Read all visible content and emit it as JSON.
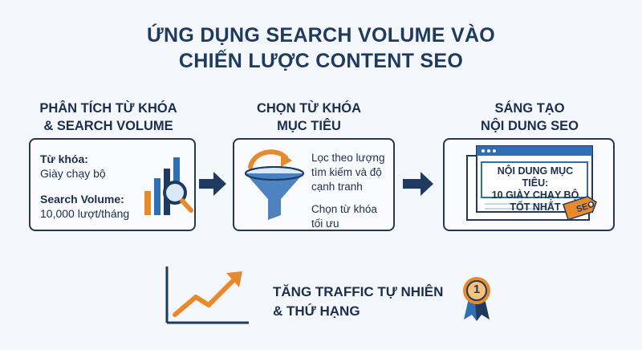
{
  "title": {
    "line1": "ỨNG DỤNG SEARCH VOLUME VÀO",
    "line2": "CHIẾN LƯỢC CONTENT SEO"
  },
  "steps": [
    {
      "title_line1": "PHÂN TÍCH TỪ KHÓA",
      "title_line2": "& SEARCH VOLUME",
      "keyword_label": "Từ khóa:",
      "keyword_value": "Giày chạy bộ",
      "volume_label": "Search Volume:",
      "volume_value": "10,000 lượt/tháng",
      "icon": "bar-chart-magnifier-icon"
    },
    {
      "title_line1": "CHỌN TỪ KHÓA",
      "title_line2": "MỤC TIÊU",
      "text1_line1": "Lọc theo lượng",
      "text1_line2": "tìm kiếm và độ",
      "text1_line3": "cạnh tranh",
      "text2_line1": "Chọn từ khóa",
      "text2_line2": "tối ưu",
      "icon": "funnel-icon"
    },
    {
      "title_line1": "SÁNG TẠO",
      "title_line2": "NỘI DUNG SEO",
      "doc_line1": "NỘI DUNG MỤC TIÊU:",
      "doc_line2": "10 GIÀY CHẠY BỘ",
      "doc_line3": "TỐT NHẤT",
      "tag_text": "SEO",
      "icon": "document-icon"
    }
  ],
  "result": {
    "line1": "TĂNG TRAFFIC TỰ NHIÊN",
    "line2": "& THỨ HẠNG",
    "badge_text": "1",
    "icons": [
      "growth-chart-icon",
      "ribbon-badge-icon"
    ]
  },
  "colors": {
    "navy": "#1f3a5f",
    "blue": "#2f6db5",
    "orange": "#e8892b"
  }
}
